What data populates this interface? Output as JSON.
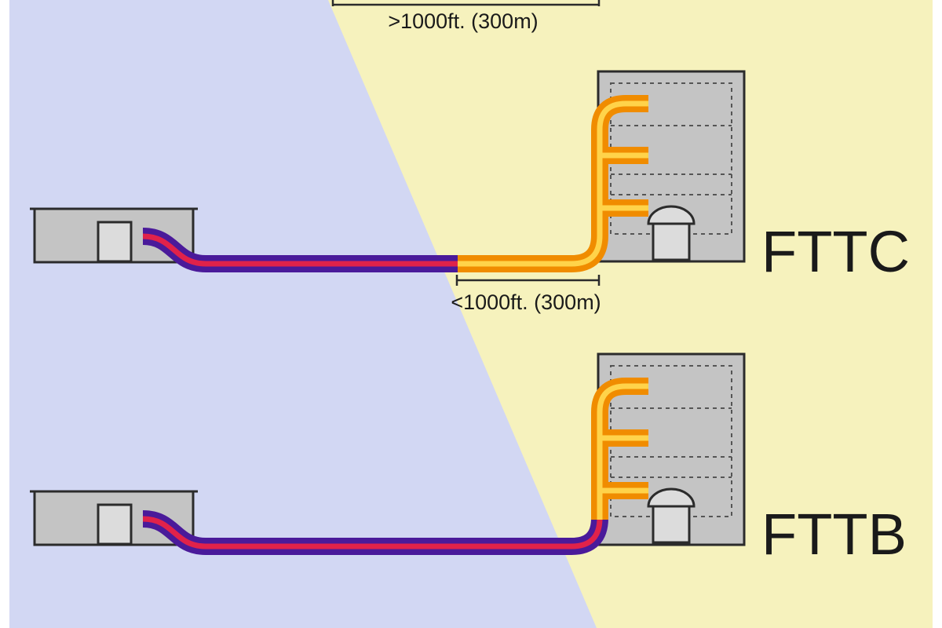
{
  "diagram": {
    "top_distance_label": ">1000ft. (300m)",
    "mid_distance_label": "<1000ft. (300m)",
    "rows": [
      {
        "label": "FTTC"
      },
      {
        "label": "FTTB"
      }
    ]
  },
  "colors": {
    "copper_zone": "#d2d7f3",
    "fiber_zone": "#f6f2bd",
    "page_border": "#ffffff",
    "copper_outer": "#4a1a9a",
    "copper_inner": "#e0224a",
    "fiber_outer": "#f08c00",
    "fiber_inner": "#ffd34a",
    "building_fill": "#c4c4c4",
    "building_stroke": "#2b2b2b",
    "door_fill": "#dcdcdc"
  }
}
